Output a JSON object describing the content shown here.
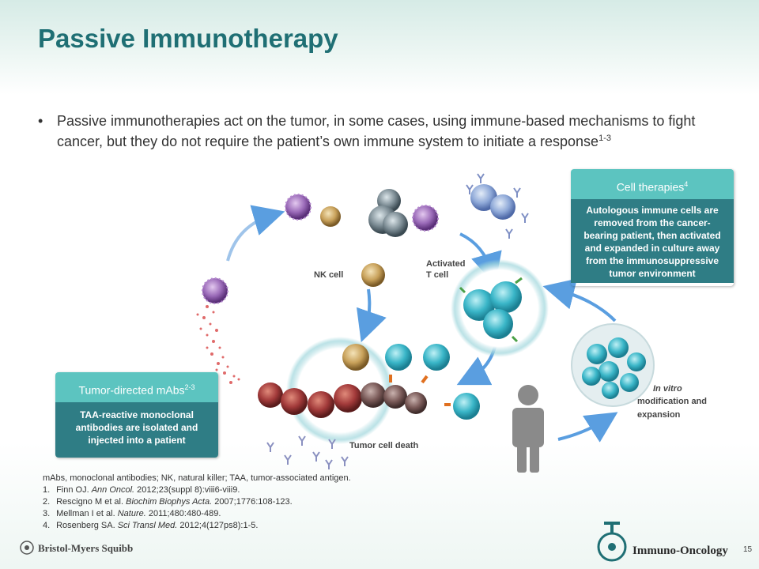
{
  "title": "Passive Immunotherapy",
  "bullet": {
    "text": "Passive immunotherapies act on the tumor, in some cases, using immune-based mechanisms to fight cancer, but they do not require the patient’s own immune system to initiate a response",
    "sup": "1-3"
  },
  "callouts": {
    "cell_therapies": {
      "title": "Cell therapies",
      "sup": "4",
      "body": "Autologous immune cells are removed from the cancer-bearing patient, then activated and expanded in culture away  from the immunosuppressive tumor environment"
    },
    "mabs": {
      "title": "Tumor-directed mAbs",
      "sup": "2-3",
      "body": "TAA-reactive monoclonal antibodies are isolated and injected into a patient"
    }
  },
  "labels": {
    "nk_cell": "NK cell",
    "activated_t_line1": "Activated",
    "activated_t_line2": "T cell",
    "tumor_cell_death": "Tumor cell death",
    "in_vitro": "In vitro",
    "modification_line": "modification and",
    "expansion_line": "expansion"
  },
  "footnotes": {
    "abbrev": "mAbs, monoclonal antibodies; NK, natural killer; TAA, tumor-associated antigen.",
    "refs": [
      {
        "n": "1.",
        "a": "Finn OJ. ",
        "j": "Ann Oncol.",
        "rest": " 2012;23(suppl 8):viii6-viii9."
      },
      {
        "n": "2.",
        "a": "Rescigno M et al. ",
        "j": "Biochim Biophys Acta.",
        "rest": " 2007;1776:108-123."
      },
      {
        "n": "3.",
        "a": "Mellman I et al. ",
        "j": "Nature.",
        "rest": " 2011;480:480-489."
      },
      {
        "n": "4.",
        "a": "Rosenberg SA. ",
        "j": "Sci Transl Med.",
        "rest": " 2012;4(127ps8):1-5."
      }
    ]
  },
  "footer": {
    "company": "Bristol-Myers Squibb",
    "page": "15",
    "logo_text": "Immuno-Oncology"
  },
  "colors": {
    "title": "#1f6f74",
    "callout_head": "#5cc4c0",
    "callout_body": "#2f7d85",
    "t_cell": "#3ab6c8",
    "nk_cell": "#c8a15a",
    "tumor_cell": "#a23a3a",
    "arrow": "#5a9ee0"
  }
}
